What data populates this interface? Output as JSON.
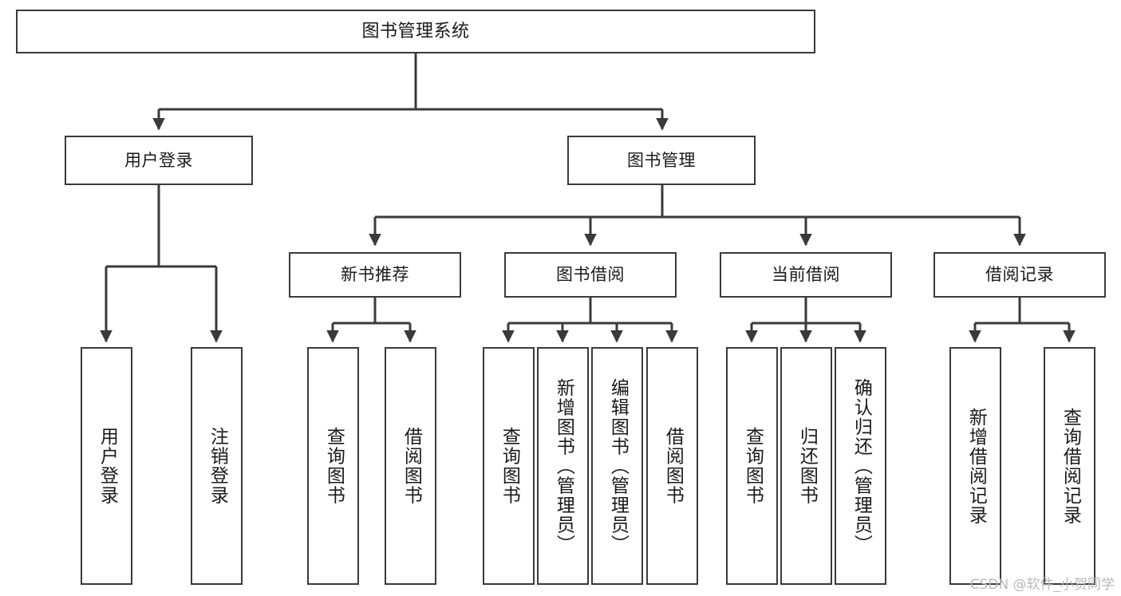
{
  "diagram": {
    "title": "图书管理系统",
    "type": "tree",
    "root": {
      "label": "图书管理系统"
    },
    "level2": [
      {
        "label": "用户登录"
      },
      {
        "label": "图书管理"
      }
    ],
    "level3": [
      {
        "label": "新书推荐",
        "parent": "图书管理"
      },
      {
        "label": "图书借阅",
        "parent": "图书管理"
      },
      {
        "label": "当前借阅",
        "parent": "图书管理"
      },
      {
        "label": "借阅记录",
        "parent": "图书管理"
      }
    ],
    "leaves": {
      "user_login": [
        {
          "label": "用户登录"
        },
        {
          "label": "注销登录"
        }
      ],
      "new_book_recommend": [
        {
          "label": "查询图书"
        },
        {
          "label": "借阅图书"
        }
      ],
      "book_borrow": [
        {
          "label": "查询图书"
        },
        {
          "label": "新增图书（管理员）"
        },
        {
          "label": "编辑图书（管理员）"
        },
        {
          "label": "借阅图书"
        }
      ],
      "current_borrow": [
        {
          "label": "查询图书"
        },
        {
          "label": "归还图书"
        },
        {
          "label": "确认归还（管理员）"
        }
      ],
      "borrow_record": [
        {
          "label": "新增借阅记录"
        },
        {
          "label": "查询借阅记录"
        }
      ]
    }
  },
  "watermark": {
    "text": "CSDN @软件_小贺同学"
  },
  "colors": {
    "stroke": "#3a3a3a",
    "background": "#ffffff",
    "text": "#1a1a1a",
    "watermark": "#b9b9b9"
  }
}
